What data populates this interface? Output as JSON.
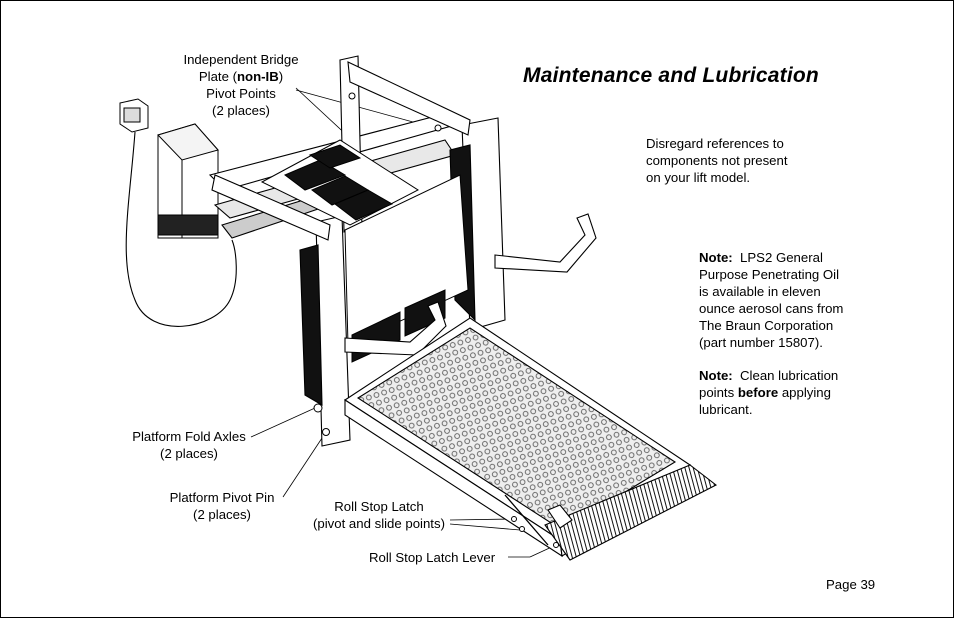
{
  "page": {
    "title": "Maintenance and Lubrication",
    "page_number": "Page 39"
  },
  "notes": {
    "disregard_line1": "Disregard references to",
    "disregard_line2": "components not present",
    "disregard_line3": "on your lift model.",
    "note1_label": "Note:",
    "note1_line1_rest": "  LPS2 General",
    "note1_line2": "Purpose Penetrating Oil",
    "note1_line3": "is available in eleven",
    "note1_line4": "ounce aerosol cans from",
    "note1_line5": "The Braun Corporation",
    "note1_line6": "(part number 15807).",
    "note2_label": "Note:",
    "note2_line1_rest": "  Clean lubrication",
    "note2_line2_pre": "points ",
    "note2_line2_bold": "before",
    "note2_line2_post": " applying",
    "note2_line3": "lubricant."
  },
  "callouts": {
    "bridge_line1": "Independent Bridge",
    "bridge_line2_pre": "Plate (",
    "bridge_line2_bold": "non-IB",
    "bridge_line2_post": ")",
    "bridge_line3": "Pivot Points",
    "bridge_line4": "(2 places)",
    "fold_axles_line1": "Platform Fold Axles",
    "fold_axles_line2": "(2 places)",
    "pivot_pin_line1": "Platform Pivot Pin",
    "pivot_pin_line2": "(2 places)",
    "roll_stop_line1": "Roll Stop Latch",
    "roll_stop_line2": "(pivot and slide points)",
    "roll_stop_lever": "Roll Stop Latch Lever"
  },
  "figure": {
    "subject": "wheelchair lift illustration"
  }
}
